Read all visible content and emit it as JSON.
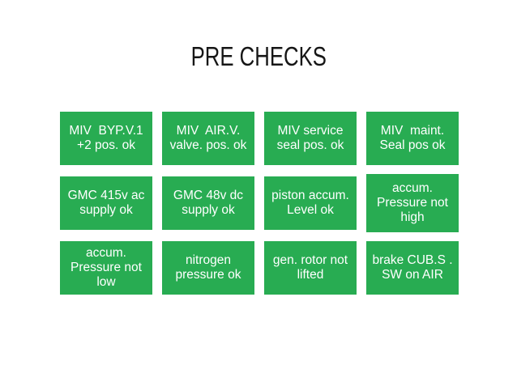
{
  "slide": {
    "title": "PRE CHECKS",
    "colors": {
      "background": "#ffffff",
      "title_text": "#161616",
      "box_green": "#28AC52",
      "box_text": "#ffffff"
    },
    "grid": {
      "rows": 3,
      "columns": 4
    },
    "boxes": [
      {
        "id": "miv-byp-v1",
        "text": "MIV  BYP.V.1\n+2 pos. ok"
      },
      {
        "id": "miv-air-valve",
        "text": "MIV  AIR.V.\nvalve. pos. ok"
      },
      {
        "id": "miv-service-seal",
        "text": "MIV service\nseal pos. ok"
      },
      {
        "id": "miv-maint-seal",
        "text": "MIV  maint.\nSeal pos ok"
      },
      {
        "id": "gmc-415v-ac",
        "text": "GMC 415v ac\nsupply ok"
      },
      {
        "id": "gmc-48v-dc",
        "text": "GMC 48v dc\nsupply ok"
      },
      {
        "id": "piston-accum-level",
        "text": "piston accum.\nLevel ok"
      },
      {
        "id": "accum-pressure-not-high",
        "text": "accum.\nPressure not\nhigh"
      },
      {
        "id": "accum-pressure-not-low",
        "text": "accum.\nPressure not\nlow"
      },
      {
        "id": "nitrogen-pressure",
        "text": "nitrogen\npressure ok"
      },
      {
        "id": "gen-rotor-not-lifted",
        "text": "gen. rotor not\nlifted"
      },
      {
        "id": "brake-cub-sw-air",
        "text": "brake CUB.S .\nSW on AIR"
      }
    ]
  }
}
